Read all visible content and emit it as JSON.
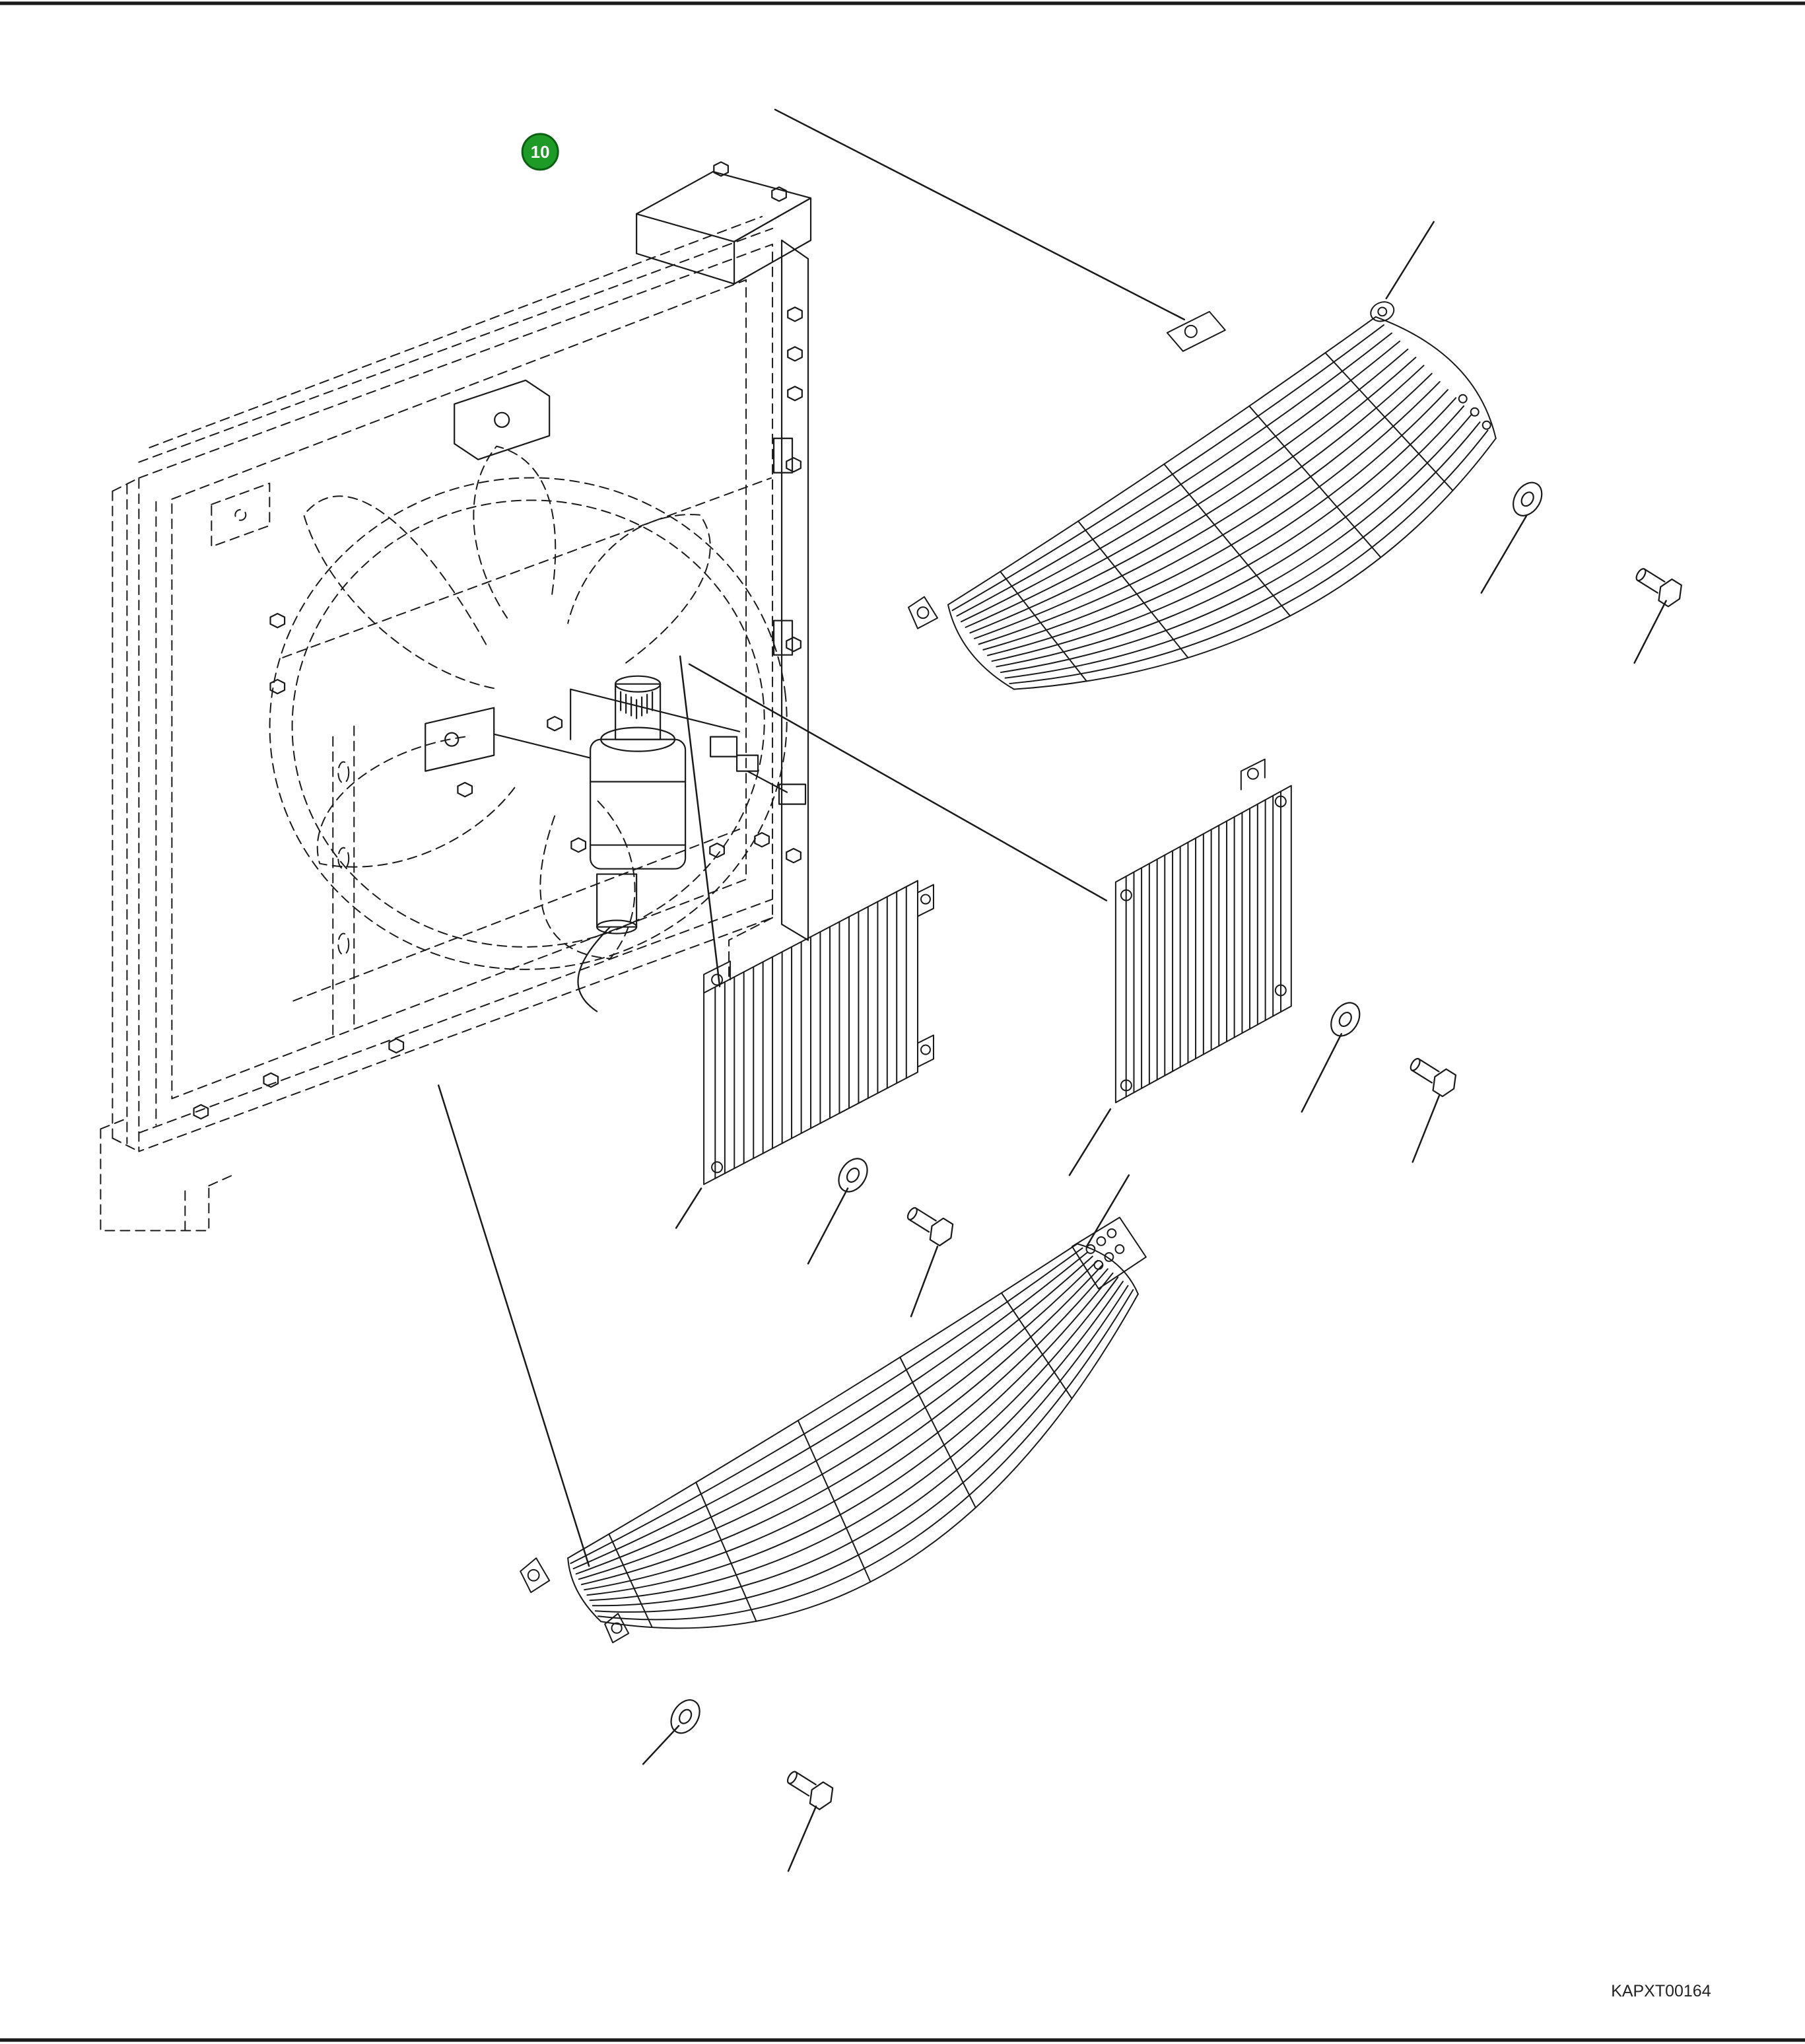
{
  "page": {
    "background": "#ffffff",
    "line_color": "#1a1a1a"
  },
  "diagram": {
    "type": "exploded-parts-diagram",
    "callout": {
      "number": "10",
      "fill": "#1e9b26",
      "ring": "#0c5e12",
      "text_color": "#ffffff"
    },
    "drawing_code": "KAPXT00164"
  }
}
